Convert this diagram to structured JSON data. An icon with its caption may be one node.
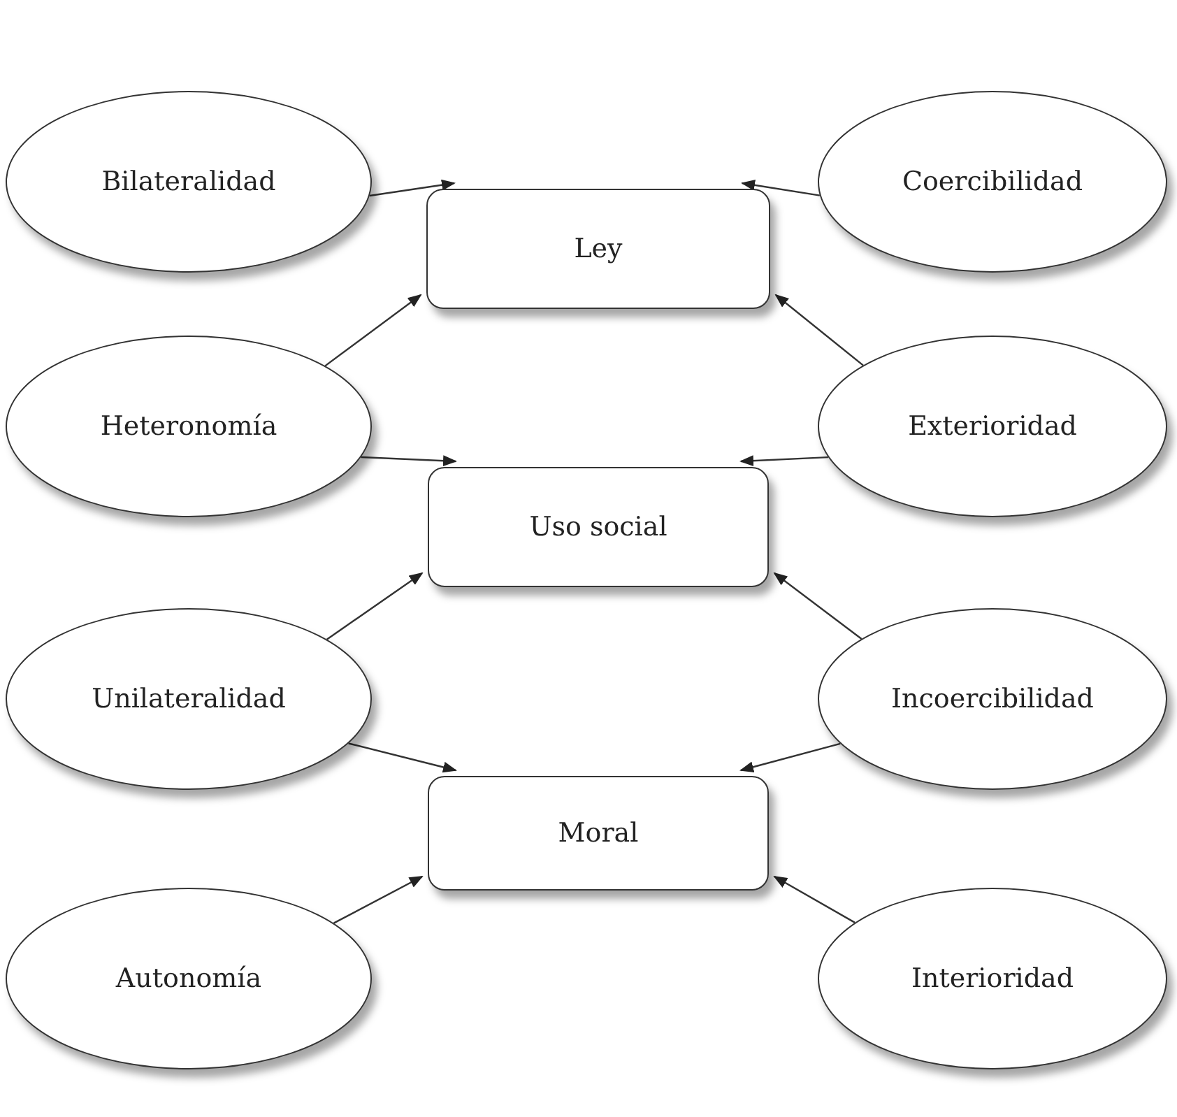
{
  "diagram": {
    "nodes": [
      {
        "text": [
          "Bilateralidad"
        ]
      },
      {
        "text": [
          "Coercibilidad"
        ]
      },
      {
        "text": [
          "Ley"
        ]
      },
      {
        "text": [
          "Heteronomía"
        ]
      },
      {
        "text": [
          "Exterioridad"
        ]
      },
      {
        "text": [
          "Uso social"
        ]
      },
      {
        "text": [
          "Unilateralidad"
        ]
      },
      {
        "text": [
          "Incoercibilidad"
        ]
      },
      {
        "text": [
          "Moral"
        ]
      },
      {
        "text": [
          "Autonomía"
        ]
      },
      {
        "text": [
          "Interioridad"
        ]
      }
    ],
    "edges": [
      {
        "from": 0,
        "to": 2,
        "arrow": "to"
      },
      {
        "from": 1,
        "to": 2,
        "arrow": "to"
      },
      {
        "from": 3,
        "to": 2,
        "arrow": "to"
      },
      {
        "from": 4,
        "to": 2,
        "arrow": "to"
      },
      {
        "from": 3,
        "to": 5,
        "arrow": "to"
      },
      {
        "from": 4,
        "to": 5,
        "arrow": "to"
      },
      {
        "from": 6,
        "to": 5,
        "arrow": "to"
      },
      {
        "from": 7,
        "to": 5,
        "arrow": "to"
      },
      {
        "from": 6,
        "to": 8,
        "arrow": "to"
      },
      {
        "from": 7,
        "to": 8,
        "arrow": "to"
      },
      {
        "from": 9,
        "to": 8,
        "arrow": "to"
      },
      {
        "from": 10,
        "to": 8,
        "arrow": "to"
      }
    ]
  }
}
